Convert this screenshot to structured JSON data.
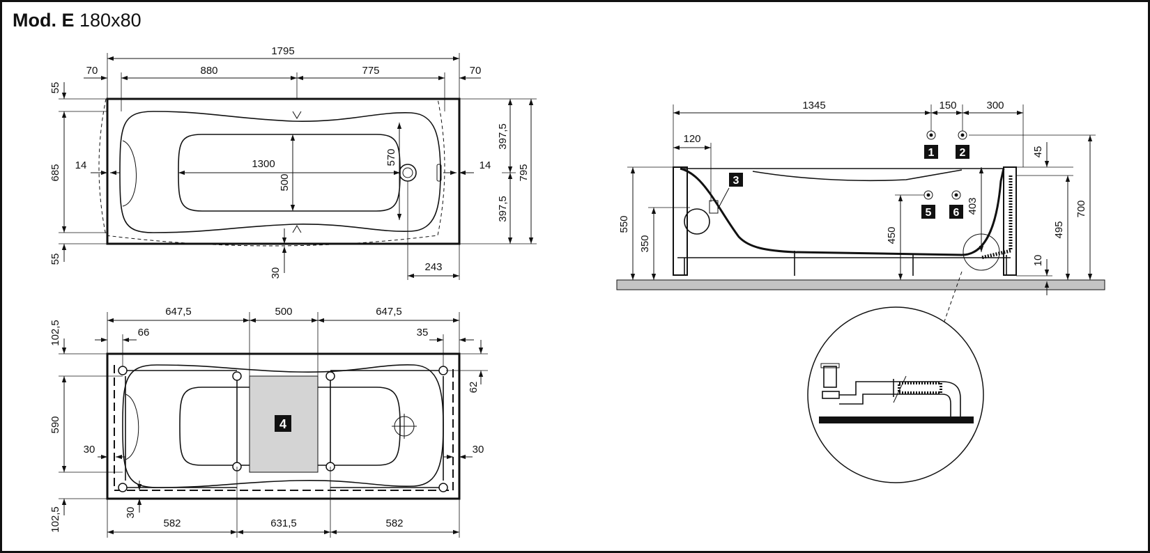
{
  "title": {
    "model": "Mod. E",
    "size": "180x80"
  },
  "top_view": {
    "overall_length": "1795",
    "left_margin": "70",
    "right_margin": "70",
    "left_segment": "880",
    "right_segment": "775",
    "top_edge": "55",
    "bottom_edge": "55",
    "inner_width": "685",
    "left_rim": "14",
    "right_rim": "14",
    "basin_length": "1300",
    "basin_width": "500",
    "drain_span": "570",
    "half_top": "397,5",
    "half_bottom": "397,5",
    "overall_width": "795",
    "center_offset": "30",
    "drain_offset": "243"
  },
  "frame_view": {
    "left_span": "647,5",
    "mid_span": "500",
    "right_span": "647,5",
    "left_inset": "66",
    "right_inset": "35",
    "leg_top": "62",
    "top_edge": "102,5",
    "bottom_edge": "102,5",
    "inner_width": "590",
    "left_side": "30",
    "right_side": "30",
    "bottom_offset": "30",
    "bottom_left": "582",
    "bottom_mid": "631,5",
    "bottom_right": "582",
    "panel_label": "4"
  },
  "side_view": {
    "length_main": "1345",
    "spacing_a": "150",
    "spacing_b": "300",
    "headrest": "120",
    "height_total": "550",
    "height_rim": "350",
    "height_inlet": "450",
    "height_outlet": "403",
    "top_offset": "45",
    "height_side": "495",
    "height_max": "700",
    "floor_gap": "10",
    "labels": [
      "1",
      "2",
      "3",
      "5",
      "6"
    ]
  }
}
